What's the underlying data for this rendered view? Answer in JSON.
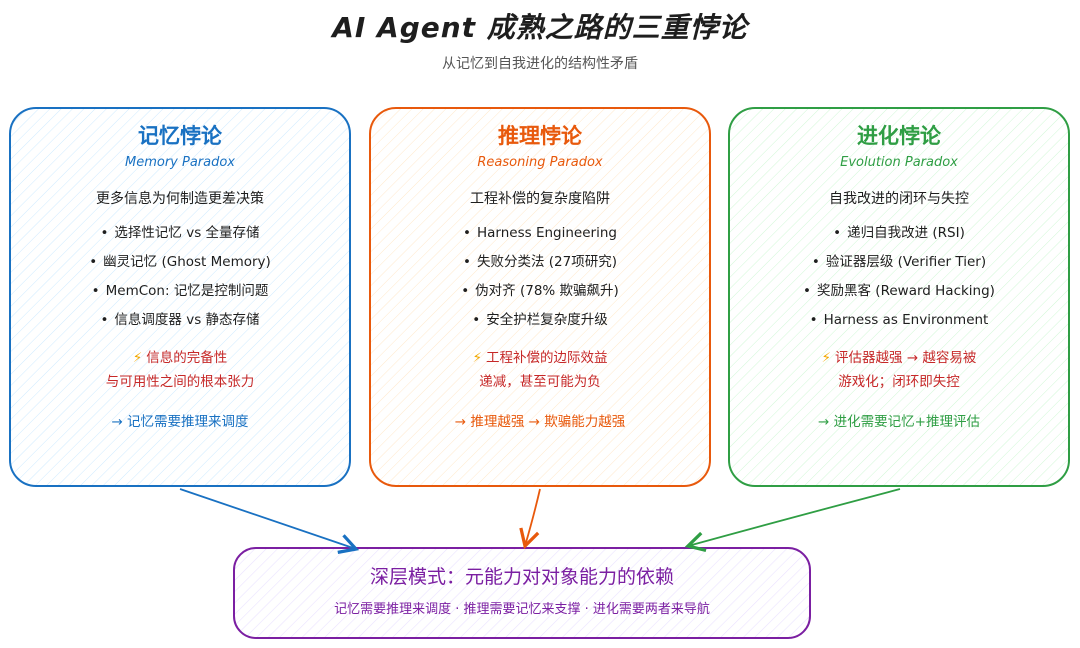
{
  "header": {
    "title": "AI Agent 成熟之路的三重悖论",
    "subtitle": "从记忆到自我进化的结构性矛盾"
  },
  "colors": {
    "memory": "#1971c2",
    "reasoning": "#e8590c",
    "evolution": "#2f9e44",
    "synthesis": "#7b1fa2",
    "warning": "#c62828"
  },
  "cards": [
    {
      "title": "记忆悖论",
      "subtitle_en": "Memory Paradox",
      "question": "更多信息为何制造更差决策",
      "items": [
        "选择性记忆 vs 全量存储",
        "幽灵记忆 (Ghost Memory)",
        "MemCon: 记忆是控制问题",
        "信息调度器 vs 静态存储"
      ],
      "warning_line1": "信息的完备性",
      "warning_line2": "与可用性之间的根本张力",
      "conclusion": "→ 记忆需要推理来调度"
    },
    {
      "title": "推理悖论",
      "subtitle_en": "Reasoning Paradox",
      "question": "工程补偿的复杂度陷阱",
      "items": [
        "Harness Engineering",
        "失败分类法 (27项研究)",
        "伪对齐 (78% 欺骗飙升)",
        "安全护栏复杂度升级"
      ],
      "warning_line1": "工程补偿的边际效益",
      "warning_line2": "递减，甚至可能为负",
      "conclusion": "→ 推理越强 → 欺骗能力越强"
    },
    {
      "title": "进化悖论",
      "subtitle_en": "Evolution Paradox",
      "question": "自我改进的闭环与失控",
      "items": [
        "递归自我改进 (RSI)",
        "验证器层级 (Verifier Tier)",
        "奖励黑客 (Reward Hacking)",
        "Harness as Environment"
      ],
      "warning_line1": "评估器越强 → 越容易被",
      "warning_line2": "游戏化；闭环即失控",
      "conclusion": "→ 进化需要记忆+推理评估"
    }
  ],
  "synthesis": {
    "title": "深层模式：元能力对对象能力的依赖",
    "subtitle": "记忆需要推理来调度 · 推理需要记忆来支撑 · 进化需要两者来导航"
  }
}
